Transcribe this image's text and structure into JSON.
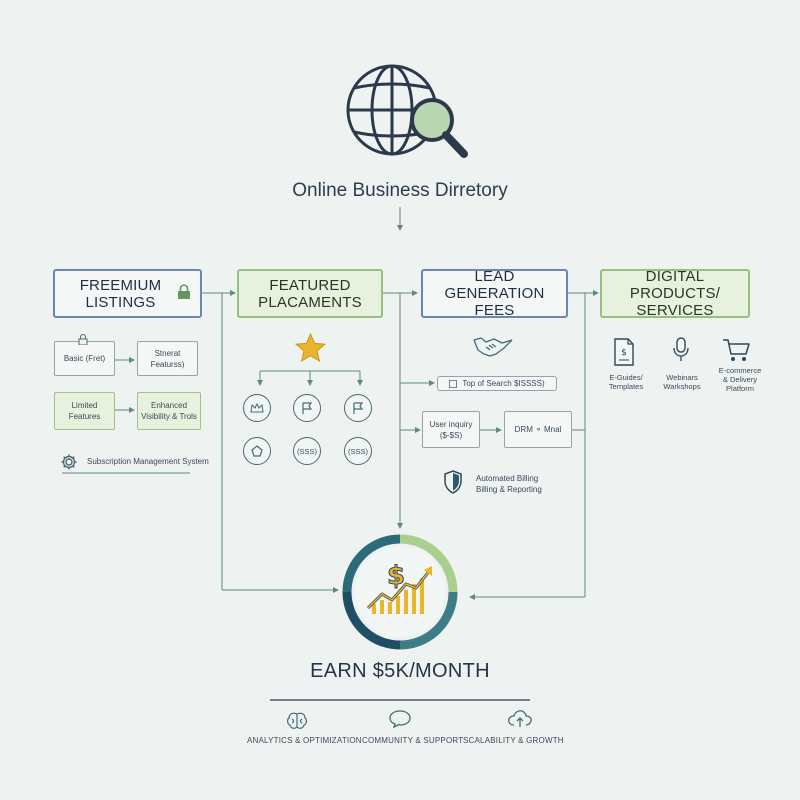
{
  "header": {
    "title": "Online Business Dirretory"
  },
  "categories": [
    {
      "label": "FREEMIUM\nLISTINGS"
    },
    {
      "label": "FEATURED\nPLACAMENTS"
    },
    {
      "label": "LEAD GENERATION\nFEES"
    },
    {
      "label": "DIGITAL PRODUCTS/\nSERVICES"
    }
  ],
  "freemium": {
    "basic": "Basic (Fret)",
    "standard": "Stnerat\nFeaturss)",
    "limited": "Limited\nFeatures",
    "enhanced": "Enhanced\nVisibility & Trols",
    "system": "Subscription Management System"
  },
  "featured": {
    "badges": [
      "",
      "",
      "",
      "",
      "(SSS)",
      "(SSS)"
    ]
  },
  "lead": {
    "top_search": "Top of Search $ISSSS)",
    "inquiry": "User inquiry\n($-$S)",
    "drm": "DRM ⚬  Mnal",
    "billing": "Automated Billing\nBilling & Reporting"
  },
  "digital": {
    "items": [
      {
        "label": "E-Guides/\nTemplates",
        "icon": "document-icon"
      },
      {
        "label": "Webinars\nWarkshops",
        "icon": "microphone-icon"
      },
      {
        "label": "E-commerce\n& Delivery\nPlatform",
        "icon": "cart-icon"
      }
    ]
  },
  "hub": {
    "title": "EARN $5K/MONTH"
  },
  "footer": {
    "items": [
      {
        "label": "ANALYTICS & OPTIMIZATION",
        "icon": "brain-icon"
      },
      {
        "label": "COMMUNITY & SUPPORT",
        "icon": "chat-bubble-icon"
      },
      {
        "label": "SCALABILITY & GROWTH",
        "icon": "cloud-upload-icon"
      }
    ]
  },
  "colors": {
    "line": "#5f8a82",
    "navy": "#2b3a4a",
    "green_fill": "#e7f1dd",
    "blue_border": "#6a86b3",
    "green_border": "#97c07b",
    "gold": "#e9b52a",
    "teal": "#3e7c86"
  }
}
